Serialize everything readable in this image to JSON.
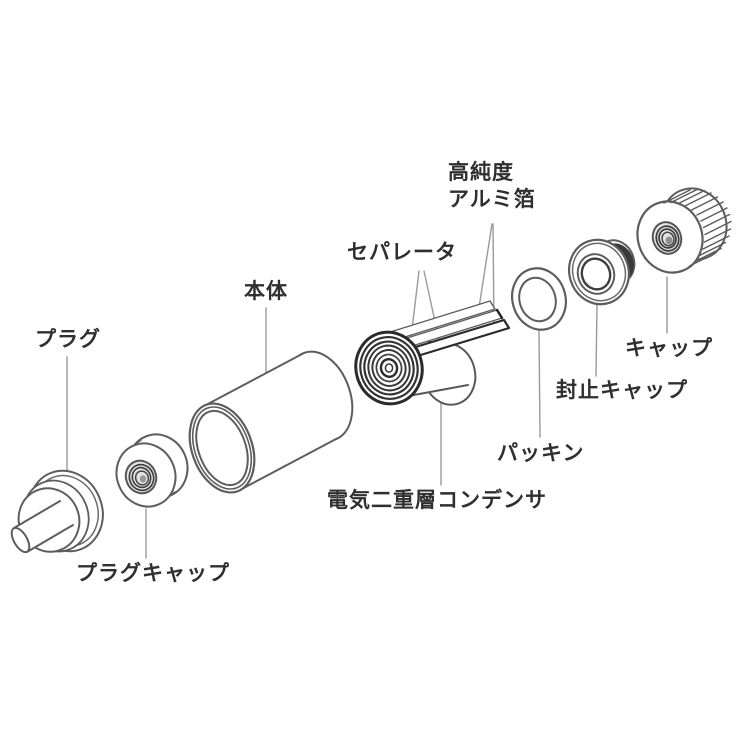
{
  "diagram": {
    "labels": {
      "plug": "プラグ",
      "plug_cap": "プラグキャップ",
      "body": "本体",
      "separator": "セパレータ",
      "foil_line1": "高純度",
      "foil_line2": "アルミ箔",
      "capacitor": "電気二重層コンデンサ",
      "packing": "パッキン",
      "seal_cap": "封止キャップ",
      "cap": "キャップ"
    },
    "colors": {
      "background": "#ffffff",
      "outline": "#5d5d5d",
      "dark_detail": "#2b2b2b",
      "leader_line": "#9a9a9a",
      "text": "#2f2f2f"
    }
  }
}
